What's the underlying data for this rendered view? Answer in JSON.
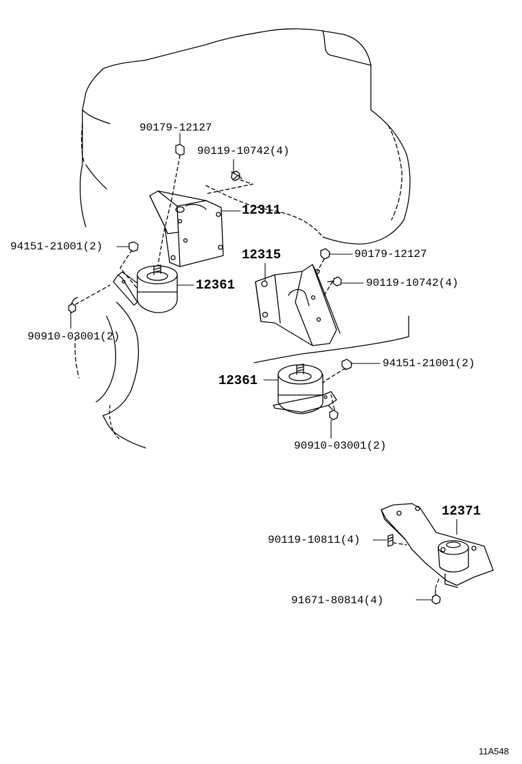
{
  "callouts": {
    "c1": "90179-12127",
    "c2": "90119-10742(4)",
    "c3": "12311",
    "c4": "94151-21001(2)",
    "c5": "12361",
    "c6": "90910-03001(2)",
    "c7": "12315",
    "c8": "90179-12127",
    "c9": "90119-10742(4)",
    "c10": "94151-21001(2)",
    "c11": "12361",
    "c12": "90910-03001(2)",
    "c13": "12371",
    "c14": "90119-10811(4)",
    "c15": "91671-80814(4)"
  },
  "figure_ref": "11A548",
  "colors": {
    "ink": "#000000",
    "background": "#ffffff"
  }
}
